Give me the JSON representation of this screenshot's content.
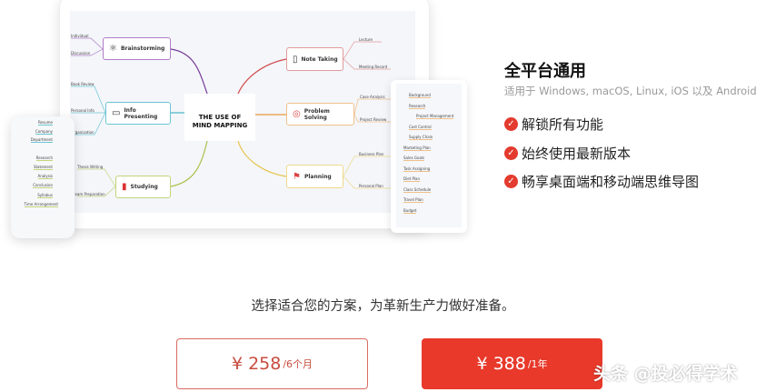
{
  "mindmap": {
    "center": [
      "THE USE OF",
      "MIND MAPPING"
    ],
    "nodes": {
      "brainstorming": "Brainstorming",
      "info": "Info Presenting",
      "studying": "Studying",
      "note": "Note Taking",
      "problem": "Problem Solving",
      "planning": "Planning"
    },
    "leaves": {
      "individual": "Individual",
      "discussion": "Discussion",
      "book_review": "Book Review",
      "personal_info": "Personal Info",
      "organization": "Organization",
      "thesis": "Thesis Writing",
      "exam": "Exam Preparation",
      "lecture": "Lecture",
      "meeting": "Meeting Record",
      "case": "Case Analysis",
      "project": "Project Review",
      "business": "Business Plan",
      "personal_plan": "Personal Plan"
    },
    "tablet": [
      "Background",
      "Research",
      "Project Management",
      "Cost Control",
      "Supply Chain",
      "Marketing Plan",
      "Sales Goals",
      "Task Assigning",
      "Diet Plan",
      "Class Schedule",
      "Travel Plan",
      "Budget"
    ],
    "phone": [
      "Resume",
      "Company",
      "Department",
      "Research",
      "Statement",
      "Analysis",
      "Conclusion",
      "Syllabus",
      "Time Arrangement"
    ]
  },
  "info": {
    "title": "全平台通用",
    "subtitle": "适用于 Windows, macOS, Linux, iOS 以及 Android",
    "features": [
      "解锁所有功能",
      "始终使用最新版本",
      "畅享桌面端和移动端思维导图"
    ],
    "accent": "#e33b2e"
  },
  "pricing": {
    "tagline": "选择适合您的方案，为革新生产力做好准备。",
    "plans": [
      {
        "price": "¥ 258",
        "period": "/6个月"
      },
      {
        "price": "¥ 388",
        "period": "/1年"
      }
    ]
  },
  "watermark": {
    "line1": "投必得学术",
    "line2": "头条 @投必得学术"
  }
}
